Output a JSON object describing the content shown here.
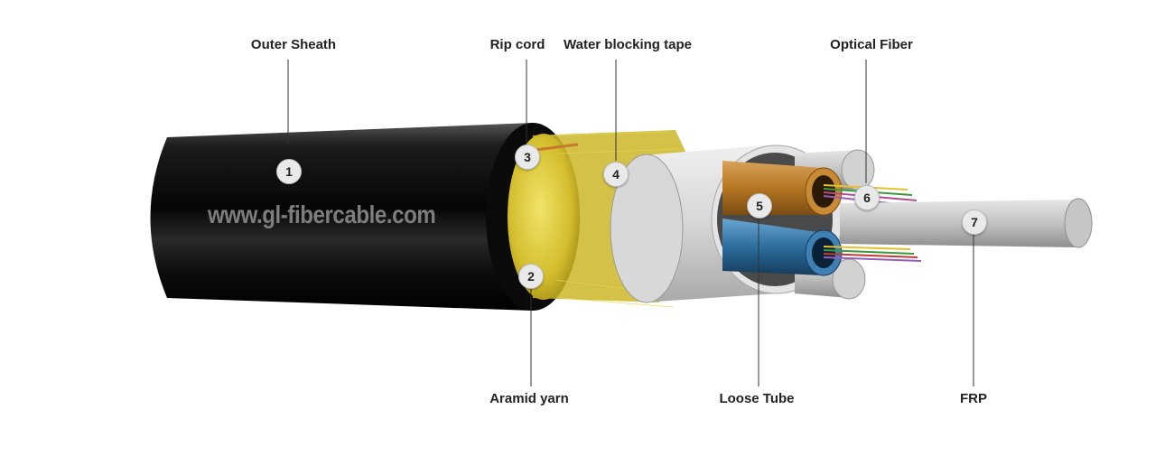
{
  "labels": {
    "outer_sheath": "Outer Sheath",
    "rip_cord": "Rip cord",
    "water_blocking_tape": "Water blocking tape",
    "optical_fiber": "Optical Fiber",
    "aramid_yarn": "Aramid yarn",
    "loose_tube": "Loose Tube",
    "frp": "FRP"
  },
  "numbers": {
    "n1": "1",
    "n2": "2",
    "n3": "3",
    "n4": "4",
    "n5": "5",
    "n6": "6",
    "n7": "7"
  },
  "watermark": "www.gl-fibercable.com",
  "colors": {
    "sheath": "#111111",
    "aramid": "#d8c436",
    "tape": "#dcdcdc",
    "tube_orange": "#b57622",
    "tube_blue": "#2c6d9e",
    "frp": "#bdbdbd",
    "leader": "#333333"
  }
}
